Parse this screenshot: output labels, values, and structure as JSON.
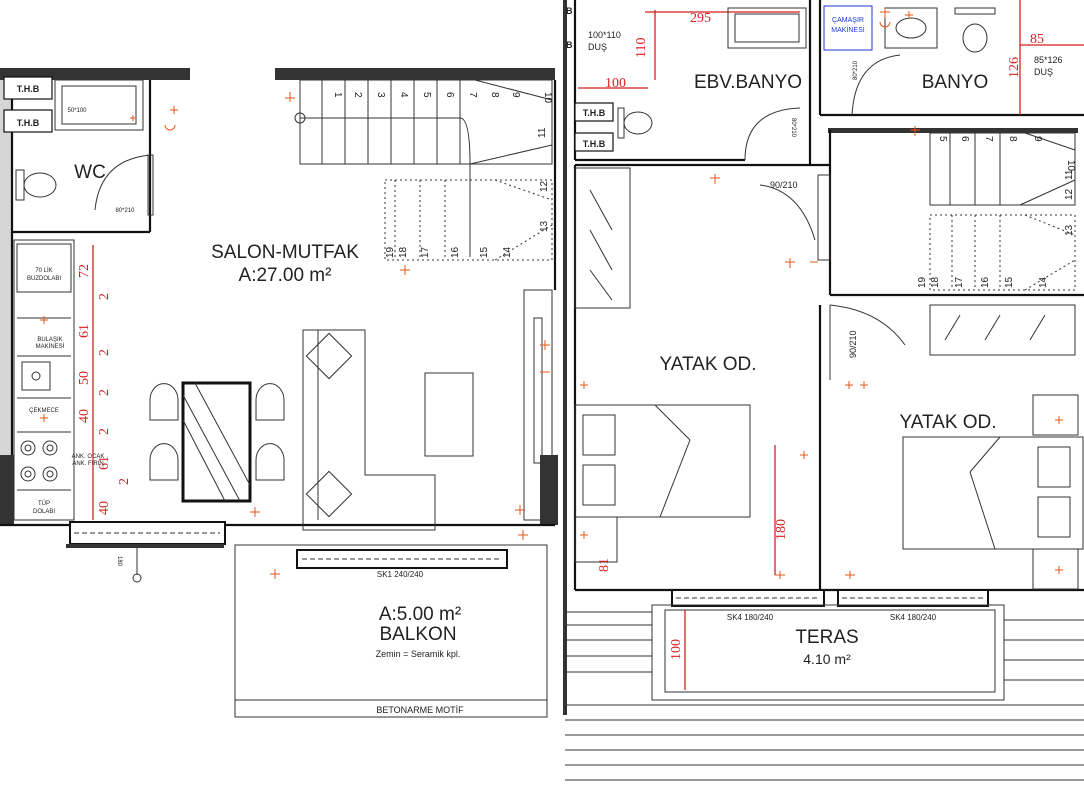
{
  "left_plan": {
    "rooms": {
      "wc": "WC",
      "salon_mutfak": "SALON-MUTFAK",
      "salon_area": "A:27.00 m²",
      "balkon_area": "A:5.00 m²",
      "balkon": "BALKON",
      "balkon_floor": "Zemin = Seramik kpl.",
      "betonarme": "BETONARME MOTİF"
    },
    "fixtures": {
      "thb1": "T.H.B",
      "thb2": "T.H.B",
      "shower": "50*100",
      "wc_door": "80*210",
      "fridge_1": "70 LİK",
      "fridge_2": "BUZDOLABI",
      "dishwasher_1": "BULAŞIK",
      "dishwasher_2": "MAKİNESİ",
      "drawer": "ÇEKMECE",
      "oven_1": "ANK. OCAK",
      "oven_2": "ANK. FIRIN",
      "trash_1": "TÜP",
      "trash_2": "DOLABI",
      "sliding_door": "SK1 240/240",
      "balcony_rail": "180"
    },
    "dimensions": [
      "72",
      "2",
      "61",
      "2",
      "50",
      "2",
      "40",
      "2",
      "61",
      "2",
      "40"
    ],
    "stairs_top": [
      "1",
      "2",
      "3",
      "4",
      "5",
      "6",
      "7",
      "8",
      "9",
      "10",
      "11"
    ],
    "stairs_bottom": [
      "19",
      "18",
      "17",
      "16",
      "15",
      "14",
      "13",
      "12"
    ]
  },
  "right_plan": {
    "rooms": {
      "ebv_banyo": "EBV.BANYO",
      "banyo": "BANYO",
      "yatak_1": "YATAK OD.",
      "yatak_2": "YATAK OD.",
      "teras": "TERAS",
      "teras_area": "4.10 m²",
      "camasir_1": "ÇAMAŞIR",
      "camasir_2": "MAKİNESİ"
    },
    "fixtures": {
      "thb1": "T.H.B",
      "thb2": "T.H.B",
      "shower_1_size": "100*110",
      "shower_1_label": "DUŞ",
      "shower_2_size": "85*126",
      "shower_2_label": "DUŞ",
      "door_1": "90/210",
      "door_2": "90/210",
      "door_3": "80*210",
      "door_4": "80*210",
      "sk4_left": "SK4 180/240",
      "sk4_right": "SK4 180/240",
      "partial_b": "B"
    },
    "dimensions": {
      "top": "295",
      "shower_h": "110",
      "shower_w": "100",
      "right_w": "85",
      "right_h": "126",
      "bed_h": "180",
      "small": "81",
      "teras_h": "100"
    },
    "stairs_top": [
      "5",
      "6",
      "7",
      "8",
      "9",
      "10"
    ],
    "stairs_bottom": [
      "19",
      "18",
      "17",
      "16",
      "15",
      "14",
      "13",
      "12",
      "11"
    ]
  }
}
